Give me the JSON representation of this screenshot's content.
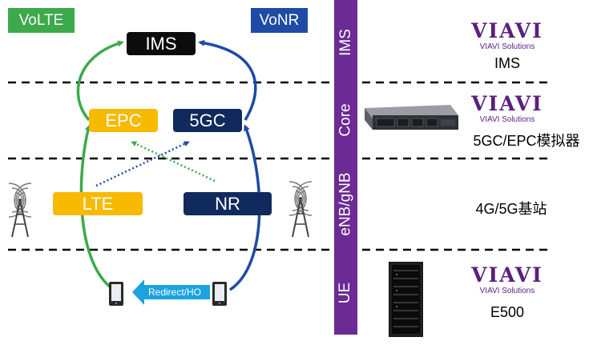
{
  "tags": {
    "volte": "VoLTE",
    "vonr": "VoNR"
  },
  "nodes": {
    "ims": "IMS",
    "epc": "EPC",
    "fivegc": "5GC",
    "lte": "LTE",
    "nr": "NR"
  },
  "layers": [
    "IMS",
    "Core",
    "eNB/gNB",
    "UE"
  ],
  "handover_label": "Redirect/HO",
  "logos": [
    {
      "word": "VIAVI",
      "sub": "VIAVI Solutions"
    },
    {
      "word": "VIAVI",
      "sub": "VIAVI Solutions"
    },
    {
      "word": "VIAVI",
      "sub": "VIAVI Solutions"
    }
  ],
  "right_labels": {
    "ims": "IMS",
    "core": "5GC/EPC模拟器",
    "ran": "4G/5G基站",
    "ue": "E500"
  },
  "colors": {
    "volte": "#3caa4a",
    "vonr": "#1e4ba5",
    "lte": "#f7ba00",
    "nr": "#102a5e",
    "layer_bar": "#6b2a94",
    "handover": "#1ba3e0",
    "brand": "#5b1f7e"
  }
}
